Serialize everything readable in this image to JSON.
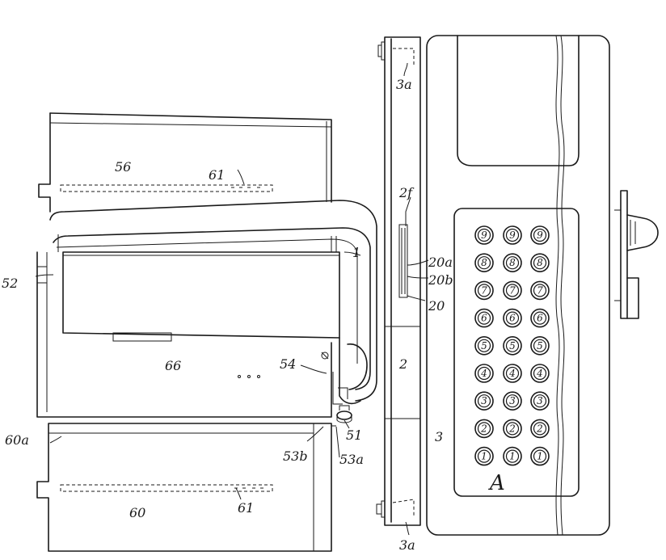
{
  "figure": {
    "reference_numerals": {
      "r56": "56",
      "r61_top": "61",
      "r1": "1",
      "r52": "52",
      "r66": "66",
      "r54": "54",
      "r51": "51",
      "r53b": "53b",
      "r53a": "53a",
      "r60a": "60a",
      "r60": "60",
      "r61_bottom": "61",
      "r2f": "2f",
      "r20a": "20a",
      "r20b": "20b",
      "r20": "20",
      "r2": "2",
      "r3": "3",
      "r3a_top": "3a",
      "r3a_bottom": "3a",
      "rA": "A"
    },
    "keyboard": {
      "rows": [
        [
          "9",
          "9",
          "9"
        ],
        [
          "8",
          "8",
          "8"
        ],
        [
          "7",
          "7",
          "7"
        ],
        [
          "6",
          "6",
          "6"
        ],
        [
          "5",
          "5",
          "5"
        ],
        [
          "4",
          "4",
          "4"
        ],
        [
          "3",
          "3",
          "3"
        ],
        [
          "2",
          "2",
          "2"
        ],
        [
          "1",
          "1",
          "1"
        ]
      ]
    }
  }
}
